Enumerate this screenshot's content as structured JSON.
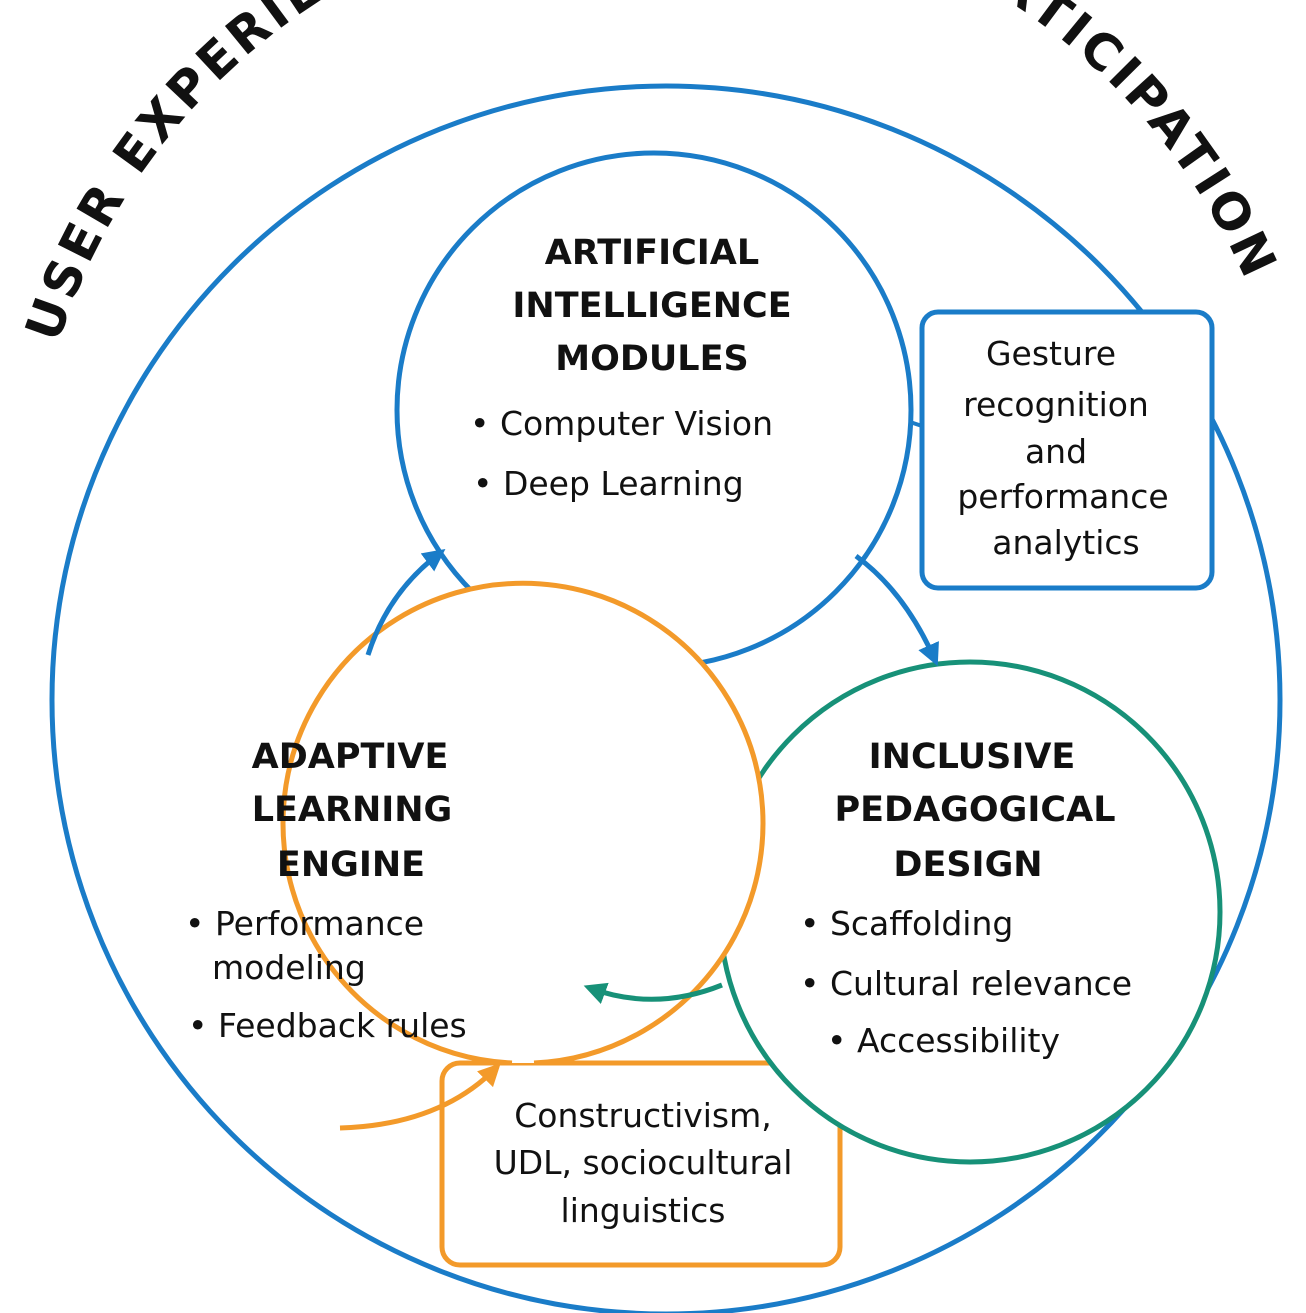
{
  "outer_label": "USER EXPERIENCE & COMMUNITY PARTICIPATION",
  "colors": {
    "blue": "#1a7cc8",
    "orange": "#f39a2a",
    "teal": "#179178",
    "text": "#111111"
  },
  "ai_modules": {
    "heading_lines": [
      "ARTIFICIAL",
      "INTELLIGENCE",
      "MODULES"
    ],
    "bullets": [
      "• Computer Vision",
      "• Deep Learning"
    ],
    "callout_lines": [
      "Gesture",
      "recognition",
      "and",
      "performance",
      "analytics"
    ]
  },
  "adaptive_engine": {
    "heading_lines": [
      "ADAPTIVE",
      "LEARNING",
      "ENGINE"
    ],
    "bullets": [
      "• Performance",
      "modeling",
      "• Feedback rules"
    ]
  },
  "pedagogical_design": {
    "heading_lines": [
      "INCLUSIVE",
      "PEDAGOGICAL",
      "DESIGN"
    ],
    "bullets": [
      "• Scaffolding",
      "• Cultural relevance",
      "• Accessibility"
    ]
  },
  "theory_box": {
    "lines": [
      "Constructivism,",
      "UDL, sociocultural",
      "linguistics"
    ]
  }
}
